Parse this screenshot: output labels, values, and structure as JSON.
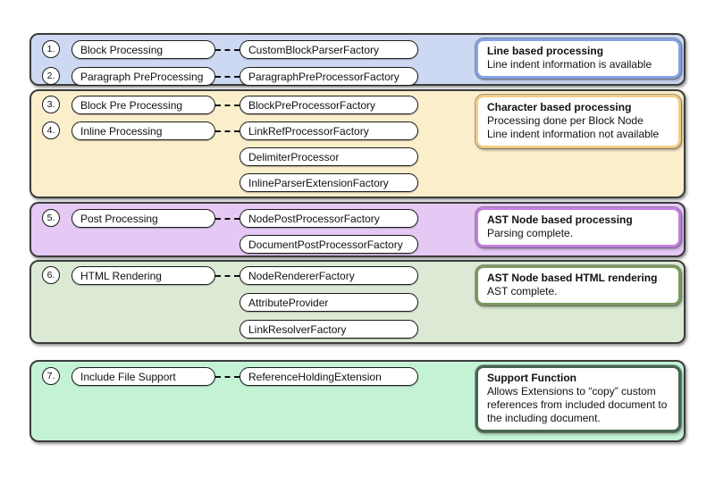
{
  "diagram": {
    "bands": [
      {
        "bg": "#cdd9f2",
        "rows": [
          {
            "num": "1.",
            "stage": "Block Processing",
            "item": "CustomBlockParserFactory"
          },
          {
            "num": "2.",
            "stage": "Paragraph PreProcessing",
            "item": "ParagraphPreProcessorFactory"
          }
        ],
        "note": {
          "border": "#84a3e8",
          "title": "Line based processing",
          "lines": [
            "Line indent information is available"
          ]
        }
      },
      {
        "bg": "#fbeecb",
        "rows": [
          {
            "num": "3.",
            "stage": "Block Pre Processing",
            "item": "BlockPreProcessorFactory"
          },
          {
            "num": "4.",
            "stage": "Inline Processing",
            "item": "LinkRefProcessorFactory"
          },
          {
            "item": "DelimiterProcessor"
          },
          {
            "item": "InlineParserExtensionFactory"
          }
        ],
        "note": {
          "border": "#f2cd85",
          "title": "Character based processing",
          "lines": [
            "Processing done per Block Node",
            "Line indent information not available"
          ]
        }
      },
      {
        "bg": "#e5c8f4",
        "rows": [
          {
            "num": "5.",
            "stage": "Post Processing",
            "item": "NodePostProcessorFactory"
          },
          {
            "item": "DocumentPostProcessorFactory"
          }
        ],
        "note": {
          "border": "#c47fe0",
          "title": "AST Node based processing",
          "lines": [
            "Parsing complete."
          ]
        }
      },
      {
        "bg": "#dcead5",
        "rows": [
          {
            "num": "6.",
            "stage": "HTML Rendering",
            "item": "NodeRendererFactory"
          },
          {
            "item": "AttributeProvider"
          },
          {
            "item": "LinkResolverFactory"
          }
        ],
        "note": {
          "border": "#7b9a5e",
          "title": "AST Node based HTML rendering",
          "lines": [
            "AST complete."
          ]
        }
      },
      {
        "bg": "#c4f2d5",
        "rows": [
          {
            "num": "7.",
            "stage": "Include File Support",
            "item": "ReferenceHoldingExtension"
          }
        ],
        "note": {
          "border": "#476552",
          "title": "Support Function",
          "lines": [
            "Allows Extensions to “copy” custom references from included document to the including document."
          ]
        }
      }
    ]
  }
}
